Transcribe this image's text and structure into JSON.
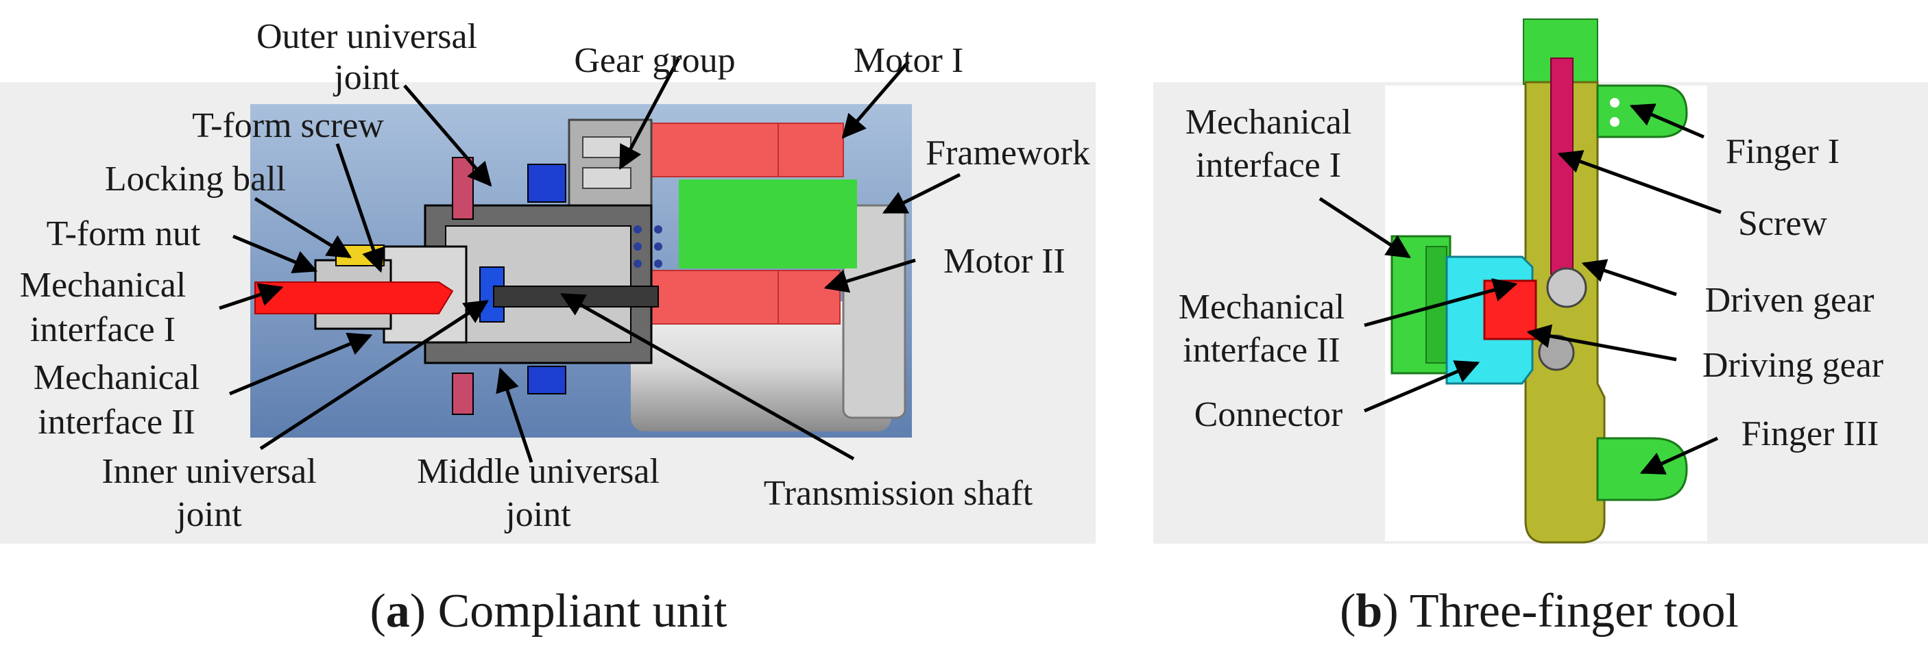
{
  "panel_a": {
    "caption_letter": "a",
    "caption_text": "Compliant unit",
    "labels": {
      "outer_universal_joint_1": "Outer universal",
      "outer_universal_joint_2": "joint",
      "gear_group": "Gear group",
      "motor_1": "Motor I",
      "t_form_screw": "T-form screw",
      "framework": "Framework",
      "locking_ball": "Locking ball",
      "t_form_nut": "T-form nut",
      "motor_2": "Motor II",
      "mechanical_interface_1_a": "Mechanical",
      "mechanical_interface_1_b": "interface I",
      "mechanical_interface_2_a": "Mechanical",
      "mechanical_interface_2_b": "interface II",
      "inner_universal_joint_1": "Inner universal",
      "inner_universal_joint_2": "joint",
      "middle_universal_joint_1": "Middle universal",
      "middle_universal_joint_2": "joint",
      "transmission_shaft": "Transmission shaft"
    }
  },
  "panel_b": {
    "caption_letter": "b",
    "caption_text": "Three-finger tool",
    "labels": {
      "mechanical_interface_1_a": "Mechanical",
      "mechanical_interface_1_b": "interface I",
      "finger_1": "Finger I",
      "screw": "Screw",
      "mechanical_interface_2_a": "Mechanical",
      "mechanical_interface_2_b": "interface II",
      "driven_gear": "Driven gear",
      "driving_gear": "Driving gear",
      "connector": "Connector",
      "finger_3": "Finger III"
    }
  },
  "colors": {
    "background_panel": "#eeeeee",
    "housing_blue": "#7a98c4",
    "motor_red": "#f25a5a",
    "green_part": "#3ed63e",
    "cyan_part": "#38e4ee",
    "yellow_part": "#b8b830",
    "crimson_part": "#d01860",
    "orange_part": "#f0b020"
  }
}
